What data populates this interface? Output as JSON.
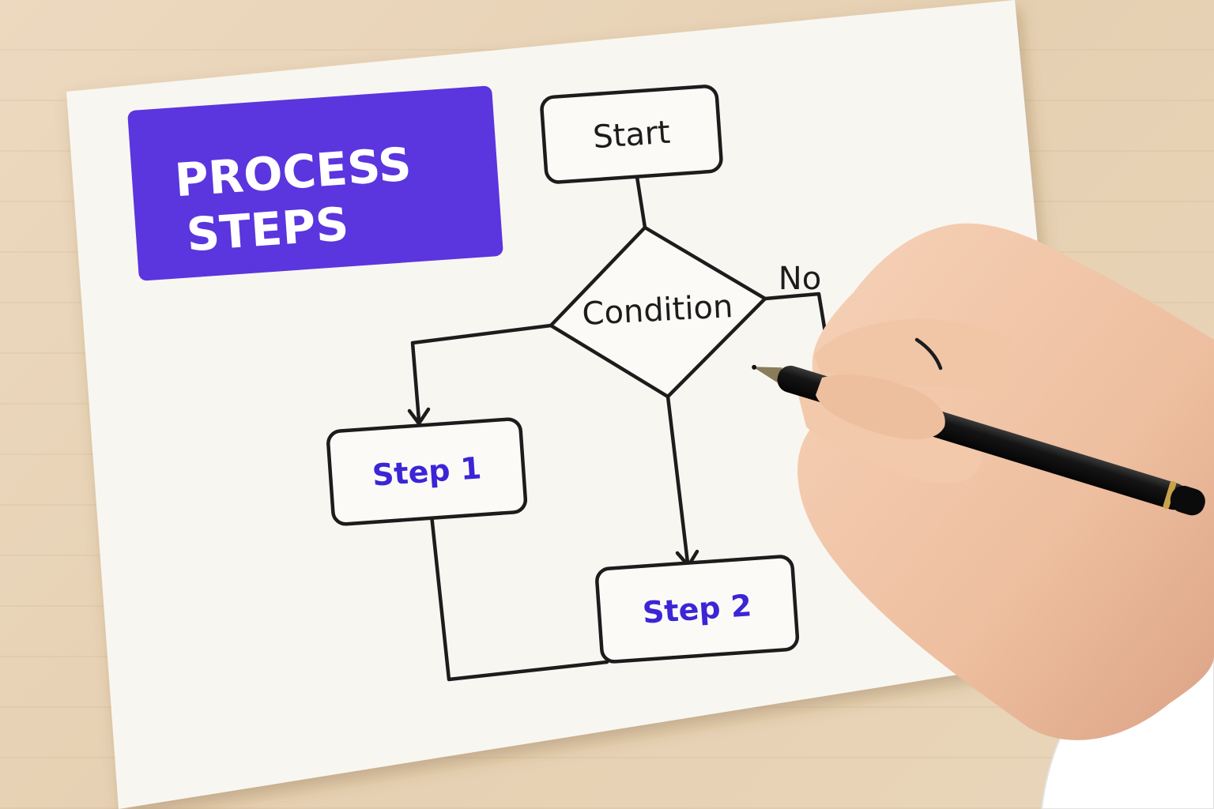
{
  "title_card": {
    "line1": "PROCESS",
    "line2": "STEPS",
    "color": "#5b35de"
  },
  "flowchart": {
    "start": "Start",
    "condition": "Condition",
    "no_branch": "No",
    "step1": "Step 1",
    "step2": "Step 2",
    "step_text_color": "#3b25d6"
  },
  "scene": {
    "background": "wooden-desk",
    "hand": "hand-holding-pen",
    "pen": "black-pen-with-gold-ring"
  }
}
